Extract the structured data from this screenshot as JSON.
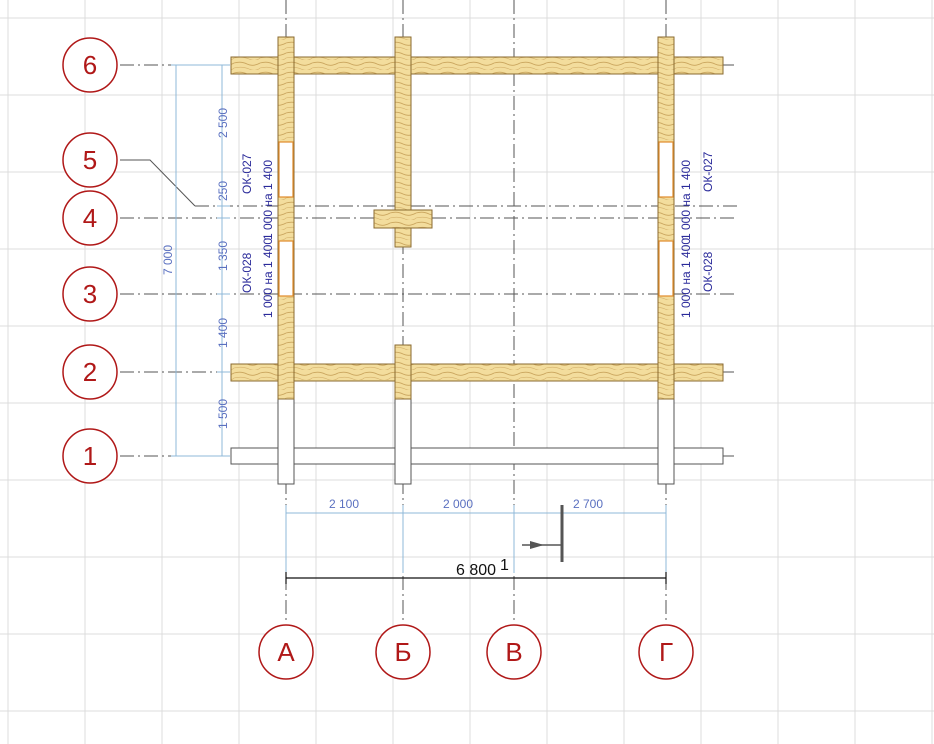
{
  "row_axes": [
    "6",
    "5",
    "4",
    "3",
    "2",
    "1"
  ],
  "col_axes": [
    "А",
    "Б",
    "В",
    "Г"
  ],
  "vertical_dims": {
    "segments": [
      "2 500",
      "250",
      "1 350",
      "1 400",
      "1 500"
    ],
    "total": "7 000"
  },
  "horizontal_dims": {
    "segments": [
      "2 100",
      "2 000",
      "2 700"
    ],
    "total": "6 800"
  },
  "windows": {
    "left_upper_code": "ОК-027",
    "left_upper_size": "1 000 на 1 400",
    "left_lower_code": "ОК-028",
    "left_lower_size": "1 000 на 1 400",
    "right_upper_code": "ОК-027",
    "right_upper_size": "1 000 на 1 400",
    "right_lower_code": "ОК-028",
    "right_lower_size": "1 000 на 1 400"
  },
  "section_mark": "1",
  "colors": {
    "axis_red": "#b01818",
    "dim_blue": "#5a70c0",
    "wood": "#f3dd9d",
    "grid": "#dcdcdc"
  }
}
